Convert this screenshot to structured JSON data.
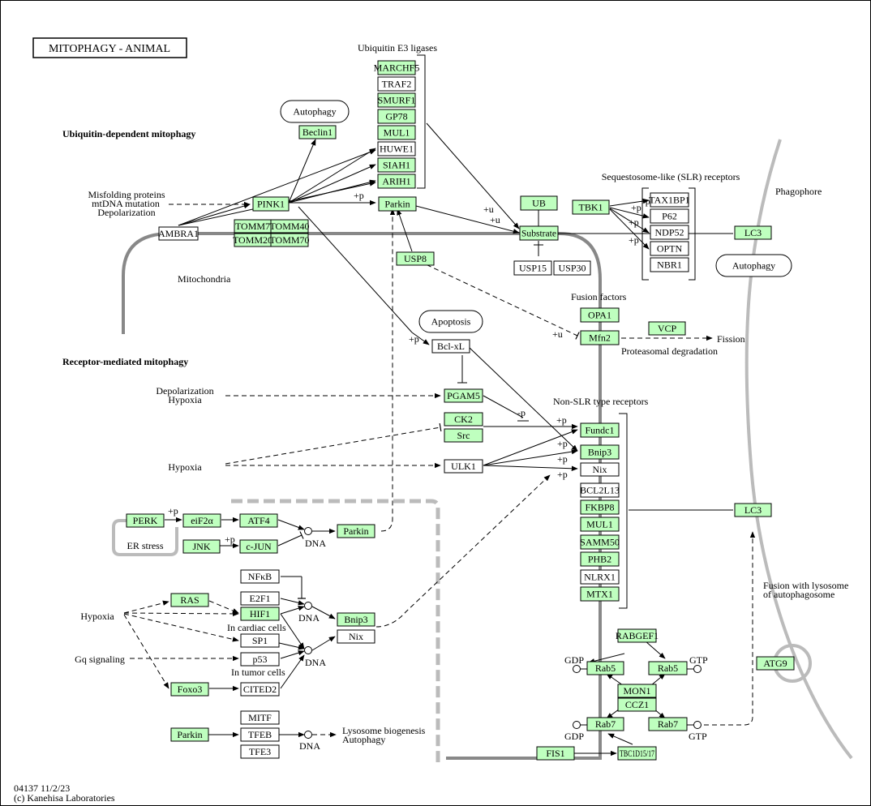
{
  "title": "MITOPHAGY  -  ANIMAL",
  "footer": {
    "id": "04137 11/2/23",
    "copyright": "(c) Kanehisa Laboratories"
  },
  "colors": {
    "gene": "#bfffbf",
    "other": "#ffffff",
    "membrane": "#888888",
    "phagophore": "#bbbbbb"
  },
  "ovals": [
    {
      "text": "Autophagy"
    },
    {
      "text": "Apoptosis"
    },
    {
      "text": "Autophagy"
    }
  ],
  "nodes": [
    {
      "text": "MARCHF5",
      "green": true
    },
    {
      "text": "TRAF2",
      "green": false
    },
    {
      "text": "SMURF1",
      "green": true
    },
    {
      "text": "GP78",
      "green": true
    },
    {
      "text": "MUL1",
      "green": true
    },
    {
      "text": "HUWE1",
      "green": false
    },
    {
      "text": "SIAH1",
      "green": true
    },
    {
      "text": "ARIH1",
      "green": true
    },
    {
      "text": "Beclin1",
      "green": true
    },
    {
      "text": "PINK1",
      "green": true
    },
    {
      "text": "Parkin",
      "green": true
    },
    {
      "text": "AMBRA1",
      "green": false
    },
    {
      "text": "TOMM7",
      "green": true
    },
    {
      "text": "TOMM40",
      "green": true
    },
    {
      "text": "TOMM20",
      "green": true
    },
    {
      "text": "TOMM70",
      "green": true
    },
    {
      "text": "USP8",
      "green": true
    },
    {
      "text": "UB",
      "green": true
    },
    {
      "text": "Substrate",
      "green": true
    },
    {
      "text": "USP15",
      "green": false
    },
    {
      "text": "USP30",
      "green": false
    },
    {
      "text": "TBK1",
      "green": true
    },
    {
      "text": "TAX1BP1",
      "green": false
    },
    {
      "text": "P62",
      "green": false
    },
    {
      "text": "NDP52",
      "green": false
    },
    {
      "text": "OPTN",
      "green": false
    },
    {
      "text": "NBR1",
      "green": false
    },
    {
      "text": "LC3",
      "green": true
    },
    {
      "text": "OPA1",
      "green": true
    },
    {
      "text": "Mfn2",
      "green": true
    },
    {
      "text": "VCP",
      "green": true
    },
    {
      "text": "Bcl-xL",
      "green": false
    },
    {
      "text": "PGAM5",
      "green": true
    },
    {
      "text": "CK2",
      "green": true
    },
    {
      "text": "Src",
      "green": true
    },
    {
      "text": "ULK1",
      "green": false
    },
    {
      "text": "Fundc1",
      "green": true
    },
    {
      "text": "Bnip3",
      "green": true
    },
    {
      "text": "Nix",
      "green": false
    },
    {
      "text": "BCL2L13",
      "green": false
    },
    {
      "text": "FKBP8",
      "green": true
    },
    {
      "text": "MUL1",
      "green": true
    },
    {
      "text": "SAMM50",
      "green": true
    },
    {
      "text": "PHB2",
      "green": true
    },
    {
      "text": "NLRX1",
      "green": false
    },
    {
      "text": "MTX1",
      "green": true
    },
    {
      "text": "LC3",
      "green": true
    },
    {
      "text": "PERK",
      "green": true
    },
    {
      "text": "eiF2α",
      "green": true
    },
    {
      "text": "ATF4",
      "green": true
    },
    {
      "text": "Parkin",
      "green": true
    },
    {
      "text": "JNK",
      "green": true
    },
    {
      "text": "c-JUN",
      "green": true
    },
    {
      "text": "NFκB",
      "green": false
    },
    {
      "text": "RAS",
      "green": true
    },
    {
      "text": "E2F1",
      "green": false
    },
    {
      "text": "HIF1",
      "green": true
    },
    {
      "text": "Bnip3",
      "green": true
    },
    {
      "text": "Nix",
      "green": false
    },
    {
      "text": "SP1",
      "green": false
    },
    {
      "text": "p53",
      "green": false
    },
    {
      "text": "Foxo3",
      "green": true
    },
    {
      "text": "CITED2",
      "green": false
    },
    {
      "text": "MITF",
      "green": false
    },
    {
      "text": "Parkin",
      "green": true
    },
    {
      "text": "TFEB",
      "green": false
    },
    {
      "text": "TFE3",
      "green": false
    },
    {
      "text": "RABGEF1",
      "green": true
    },
    {
      "text": "Rab5",
      "green": true
    },
    {
      "text": "Rab5",
      "green": true
    },
    {
      "text": "MON1",
      "green": true
    },
    {
      "text": "CCZ1",
      "green": true
    },
    {
      "text": "Rab7",
      "green": true
    },
    {
      "text": "Rab7",
      "green": true
    },
    {
      "text": "FIS1",
      "green": true
    },
    {
      "text": "TBC1D15/17",
      "green": true
    },
    {
      "text": "ATG9",
      "green": true
    }
  ],
  "labels": [
    {
      "text": "Ubiquitin E3 ligases",
      "bold": false
    },
    {
      "text": "Ubiquitin-dependent mitophagy",
      "bold": true
    },
    {
      "text": "Misfolding proteins",
      "bold": false
    },
    {
      "text": "mtDNA mutation",
      "bold": false
    },
    {
      "text": "Depolarization",
      "bold": false
    },
    {
      "text": "Mitochondria",
      "bold": false
    },
    {
      "text": "Sequestosome-like (SLR) receptors",
      "bold": false
    },
    {
      "text": "Phagophore",
      "bold": false
    },
    {
      "text": "Fusion factors",
      "bold": false
    },
    {
      "text": "Fission",
      "bold": false
    },
    {
      "text": "Proteasomal degradation",
      "bold": false
    },
    {
      "text": "Receptor-mediated mitophagy",
      "bold": true
    },
    {
      "text": "Depolarization",
      "bold": false
    },
    {
      "text": "Hypoxia",
      "bold": false
    },
    {
      "text": "Non-SLR type receptors",
      "bold": false
    },
    {
      "text": "Hypoxia",
      "bold": false
    },
    {
      "text": "ER stress",
      "bold": false
    },
    {
      "text": "DNA",
      "bold": false
    },
    {
      "text": "Hypoxia",
      "bold": false
    },
    {
      "text": "DNA",
      "bold": false
    },
    {
      "text": "In cardiac cells",
      "bold": false
    },
    {
      "text": "Gq signaling",
      "bold": false
    },
    {
      "text": "DNA",
      "bold": false
    },
    {
      "text": "In tumor cells",
      "bold": false
    },
    {
      "text": "DNA",
      "bold": false
    },
    {
      "text": "Lysosome biogenesis",
      "bold": false
    },
    {
      "text": "Autophagy",
      "bold": false
    },
    {
      "text": "Fusion with lysosome",
      "bold": false
    },
    {
      "text": "of autophagosome",
      "bold": false
    },
    {
      "text": "GDP",
      "bold": false
    },
    {
      "text": "GTP",
      "bold": false
    },
    {
      "text": "GDP",
      "bold": false
    },
    {
      "text": "GTP",
      "bold": false
    }
  ],
  "marks": [
    {
      "text": "+p"
    },
    {
      "text": "+u"
    },
    {
      "text": "+u"
    },
    {
      "text": "+p"
    },
    {
      "text": "+p"
    },
    {
      "text": "+p"
    },
    {
      "text": "+p"
    },
    {
      "text": "+u"
    },
    {
      "text": "+p"
    },
    {
      "text": "-p"
    },
    {
      "text": "+p"
    },
    {
      "text": "+p"
    },
    {
      "text": "+p"
    },
    {
      "text": "+p"
    },
    {
      "text": "+p"
    },
    {
      "text": "+p"
    }
  ]
}
